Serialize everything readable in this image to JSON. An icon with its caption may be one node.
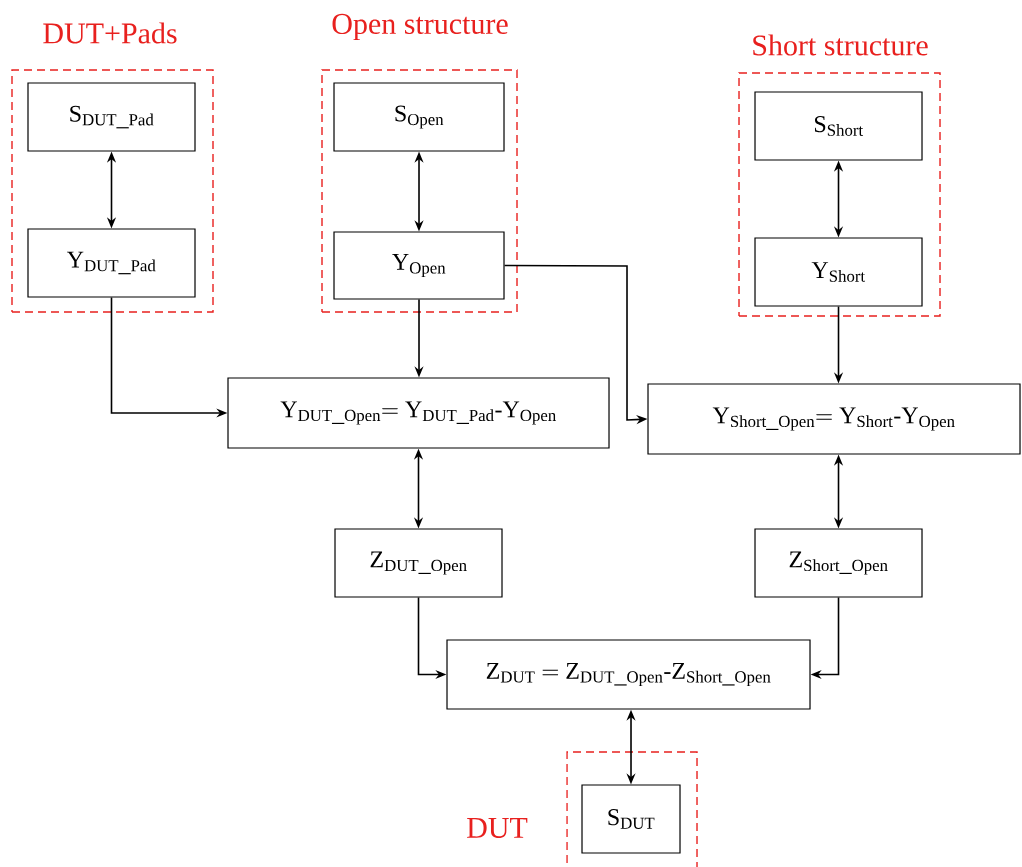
{
  "diagram": {
    "nodes": [
      {
        "text": [
          "DUT+Pads"
        ]
      },
      {
        "text": [
          "\\mathrm{S}_{\\mathrm{DUT\\_Pad}}"
        ],
        "in": 0
      },
      {
        "text": [
          "\\mathrm{Y}_{\\mathrm{DUT\\_Pad}}"
        ],
        "in": 0
      },
      {
        "text": [
          "Open structure"
        ]
      },
      {
        "text": [
          "\\mathrm{S}_{\\mathrm{Open}}"
        ],
        "in": 3
      },
      {
        "text": [
          "\\mathrm{Y}_{\\mathrm{Open}}"
        ],
        "in": 3
      },
      {
        "text": [
          "Short structure"
        ]
      },
      {
        "text": [
          "\\mathrm{S}_{\\mathrm{Short}}"
        ],
        "in": 6
      },
      {
        "text": [
          "\\mathrm{Y}_{\\mathrm{Short}}"
        ],
        "in": 6
      },
      {
        "text": [
          "\\mathrm{Y}_{\\mathrm{DUT\\_Open}}\\mathrm{=}\\ \\mathrm{Y}_{\\mathrm{DUT\\_Pad}}\\mbox{-}\\mathrm{Y}_{\\mathrm{Open}}"
        ]
      },
      {
        "text": [
          "\\mathrm{Y}_{\\mathrm{Short\\_Open}}\\mathrm{=}\\ \\mathrm{Y}_{\\mathrm{Short}}\\mbox{-}\\mathrm{Y}_{\\mathrm{Open}}"
        ]
      },
      {
        "text": [
          "\\mathrm{Z}_{\\mathrm{DUT\\_Open}}"
        ]
      },
      {
        "text": [
          "\\mathrm{Z}_{\\mathrm{Short\\_Open}}"
        ]
      },
      {
        "text": [
          "\\mathrm{Z}_{\\mathrm{DUT}}\\ \\mathrm{=}\\ \\mathrm{Z}_{\\mathrm{DUT\\_Open}}\\mbox{-}\\mathrm{Z}_{\\mathrm{Short\\_Open}}"
        ]
      },
      {
        "text": [
          "DUT"
        ]
      },
      {
        "text": [
          "\\mathrm{S}_{\\mathrm{DUT}}"
        ],
        "in": 14
      }
    ],
    "edges": [
      {
        "from": 1,
        "to": 2,
        "arrow": "both"
      },
      {
        "from": 4,
        "to": 5,
        "arrow": "both"
      },
      {
        "from": 7,
        "to": 8,
        "arrow": "both"
      },
      {
        "from": 2,
        "to": 9,
        "arrow": "to"
      },
      {
        "from": 5,
        "to": 9,
        "arrow": "to"
      },
      {
        "from": 5,
        "to": 10,
        "arrow": "to"
      },
      {
        "from": 8,
        "to": 10,
        "arrow": "to"
      },
      {
        "from": 9,
        "to": 11,
        "arrow": "both"
      },
      {
        "from": 10,
        "to": 12,
        "arrow": "both"
      },
      {
        "from": 11,
        "to": 13,
        "arrow": "to"
      },
      {
        "from": 12,
        "to": 13,
        "arrow": "to"
      },
      {
        "from": 13,
        "to": 15,
        "arrow": "both"
      }
    ]
  }
}
